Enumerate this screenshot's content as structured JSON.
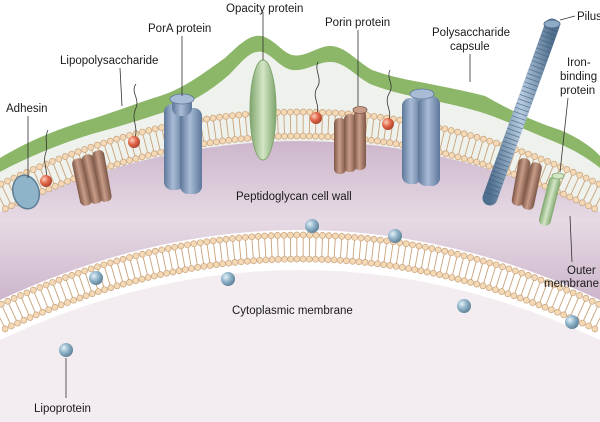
{
  "labels": {
    "adhesin": "Adhesin",
    "lipopolysaccharide": "Lipopolysaccharide",
    "pora_protein": "PorA protein",
    "opacity_protein": "Opacity protein",
    "porin_protein": "Porin protein",
    "polysaccharide_capsule_line1": "Polysaccharide",
    "polysaccharide_capsule_line2": "capsule",
    "pilus": "Pilus",
    "iron_binding_line1": "Iron-",
    "iron_binding_line2": "binding",
    "iron_binding_line3": "protein",
    "peptidoglycan": "Peptidoglycan cell wall",
    "outer_membrane_line1": "Outer",
    "outer_membrane_line2": "membrane",
    "cytoplasmic_membrane": "Cytoplasmic membrane",
    "lipoprotein": "Lipoprotein"
  },
  "colors": {
    "capsule": "#8cb668",
    "capsule_inner": "#e9efe6",
    "peptidoglycan": "#d6c6d6",
    "lipid_head": "#f4d9b6",
    "lipid_head_stroke": "#c9a27a",
    "lipid_tail": "#c9a27a",
    "blue_protein": "#7f97b8",
    "brown_protein": "#a07868",
    "green_protein": "#a9c79a",
    "red_sphere": "#e2684a",
    "blue_sphere": "#8fb3c8",
    "pilus": "#6a8aa8"
  }
}
